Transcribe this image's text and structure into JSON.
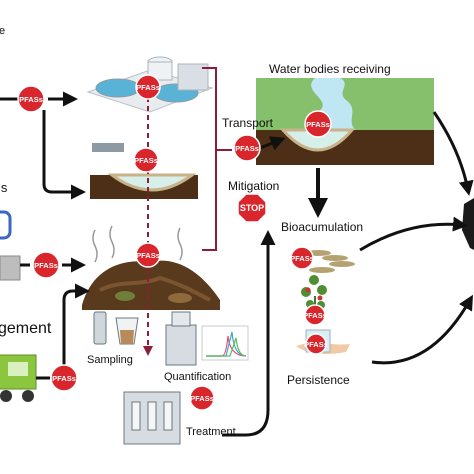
{
  "badges": {
    "pfas_label": "PFASs",
    "stop_label": "STOP"
  },
  "labels": {
    "water_bodies": "Water bodies receiving",
    "transport": "Transport",
    "mitigation": "Mitigation",
    "bioaccumulation": "Bioacumulation",
    "persistence": "Persistence",
    "management": "gement",
    "sampling": "Sampling",
    "quantification": "Quantification",
    "treatment": "Treatment",
    "fragment_s": "ls",
    "corner_mark": "e"
  },
  "colors": {
    "pfas_badge": "#d9252c",
    "stop_sign": "#d9252c",
    "grass": "#86c06c",
    "soil": "#4d2e16",
    "water": "#bfe6f3",
    "bracket": "#8a1e3c",
    "truck": "#8cc63f"
  }
}
